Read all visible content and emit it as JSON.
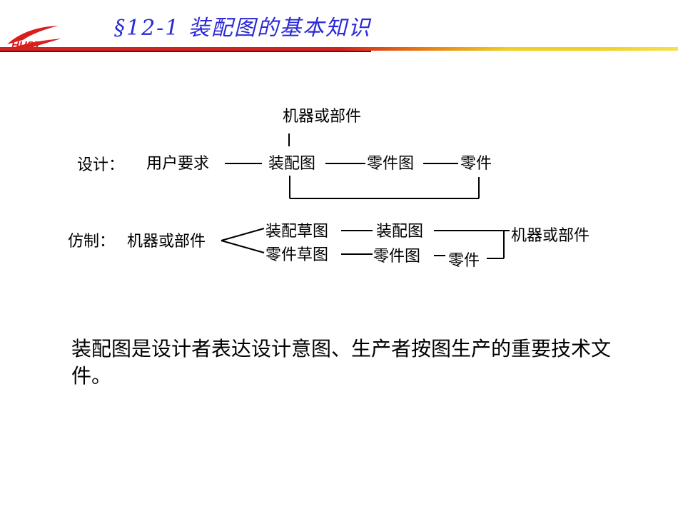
{
  "slide": {
    "section_title": "§12-1 装配图的基本知识",
    "logo_text": "HUST"
  },
  "diagram": {
    "design_label": "设计：",
    "design_flow": [
      "用户要求",
      "装配图",
      "零件图",
      "零件"
    ],
    "top_product": "机器或部件",
    "imitation_label": "仿制：",
    "imitation_source": "机器或部件",
    "imitation_branch_upper": [
      "装配草图",
      "装配图"
    ],
    "imitation_branch_lower": [
      "零件草图",
      "零件图",
      "零件"
    ],
    "imitation_result": "机器或部件"
  },
  "body_text": "装配图是设计者表达设计意图、生产者按图生产的重要技术文件。",
  "colors": {
    "title": "#2a2ad8",
    "logo": "#d81e1e",
    "rule_left": "#d42020",
    "rule_right": "#f0d020"
  }
}
